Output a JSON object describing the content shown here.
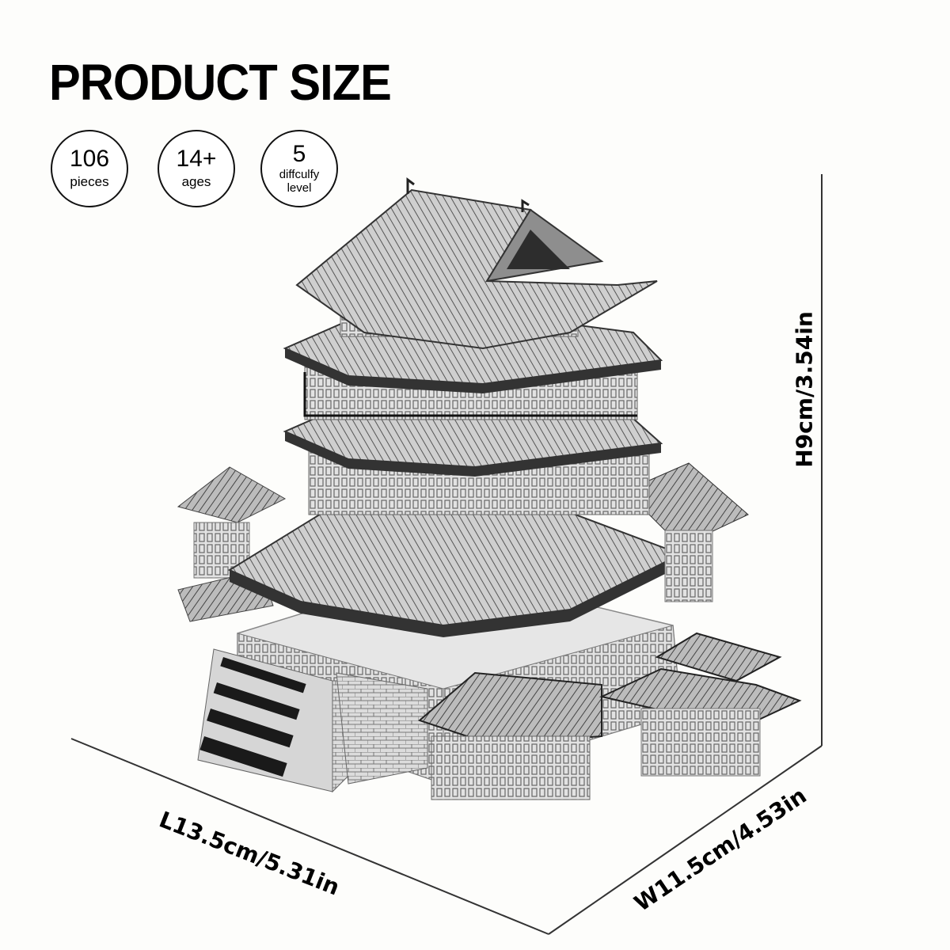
{
  "title": "PRODUCT SIZE",
  "badges": [
    {
      "value": "106",
      "label": "pieces"
    },
    {
      "value": "14+",
      "label": "ages"
    },
    {
      "value": "5",
      "label_line1": "diffculfy",
      "label_line2": "level"
    }
  ],
  "dimensions": {
    "height": "H9cm/3.54in",
    "length": "L13.5cm/5.31in",
    "width": "W11.5cm/4.53in"
  },
  "product_image": {
    "subject": "metal 3D puzzle model of a multi-tiered Chinese pavilion tower",
    "colors": {
      "metal_light": "#d9d9d9",
      "metal_mid": "#a7a7a7",
      "metal_dark": "#3c3c3c",
      "line": "#222222"
    }
  }
}
